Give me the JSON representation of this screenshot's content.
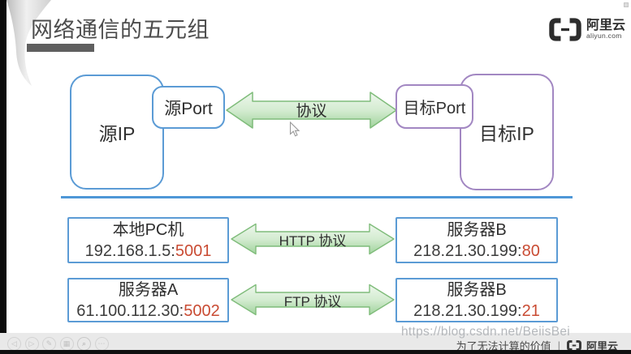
{
  "slide": {
    "title": "网络通信的五元组"
  },
  "brand": {
    "logo_text": "阿里云",
    "logo_domain": "aliyun.com"
  },
  "diagram": {
    "source_ip_label": "源IP",
    "source_port_label": "源Port",
    "protocol_label": "协议",
    "dest_port_label": "目标Port",
    "dest_ip_label": "目标IP"
  },
  "connections": [
    {
      "left_name": "本地PC机",
      "left_addr": "192.168.1.5:",
      "left_port": "5001",
      "protocol": "HTTP 协议",
      "right_name": "服务器B",
      "right_addr": "218.21.30.199:",
      "right_port": "80"
    },
    {
      "left_name": "服务器A",
      "left_addr": "61.100.112.30:",
      "left_port": "5002",
      "protocol": "FTP 协议",
      "right_name": "服务器B",
      "right_addr": "218.21.30.199:",
      "right_port": "21"
    }
  ],
  "footer": {
    "watermark": "https://blog.csdn.net/BeiisBei",
    "slogan": "为了无法计算的价值",
    "separator": "|",
    "brand_name": "阿里云",
    "controls": [
      {
        "name": "previous-slide",
        "glyph": "◁"
      },
      {
        "name": "next-slide",
        "glyph": "▷"
      },
      {
        "name": "pen-tool",
        "glyph": "✎"
      },
      {
        "name": "slide-overview",
        "glyph": "▦"
      },
      {
        "name": "zoom-tool",
        "glyph": "⌕"
      },
      {
        "name": "more-options",
        "glyph": "⋯"
      }
    ]
  },
  "colors": {
    "accent_blue": "#5b9bd5",
    "accent_purple": "#a287c2",
    "arrow_green_border": "#7fbc7a",
    "arrow_green_light": "#eef7ed",
    "arrow_green_dark": "#a0d39c",
    "port_red": "#c94b33",
    "title_gray": "#4c4c4c"
  }
}
